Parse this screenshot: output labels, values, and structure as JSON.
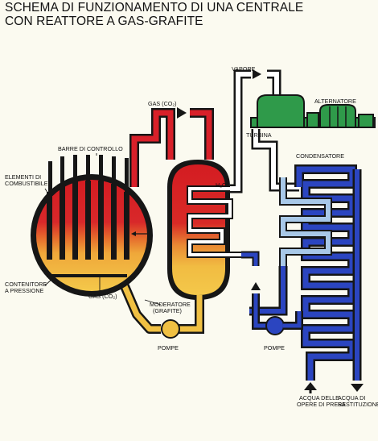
{
  "title": {
    "line1": "SCHEMA DI FUNZIONAMENTO DI UNA CENTRALE",
    "line2": "CON REATTORE A GAS-GRAFITE"
  },
  "labels": {
    "vapore": "VAPORE",
    "alternatore": "ALTERNATORE",
    "gas_co2_top": "GAS (CO₂)",
    "turbina": "TURBINA",
    "barre": "BARRE DI CONTROLLO",
    "condensatore": "CONDENSATORE",
    "elementi_1": "ELEMENTI DI",
    "elementi_2": "COMBUSTIBILE",
    "h2o": "H₂O",
    "contenitore_1": "CONTENITORE",
    "contenitore_2": "A PRESSIONE",
    "gas_co2_bottom": "GAS (CO₂)",
    "moderatore_1": "MODERATORE",
    "moderatore_2": "(GRAFITE)",
    "pompe_left": "POMPE",
    "pompe_right": "POMPE",
    "acqua_presa_1": "ACQUA DELLE",
    "acqua_presa_2": "OPERE DI PRESA",
    "acqua_rest_1": "ACQUA DI",
    "acqua_rest_2": "RESTITUZIONE"
  },
  "colors": {
    "hot_gas": "#d8202a",
    "warm": "#e8a43a",
    "cool_gas": "#f0c043",
    "water": "#2b45c0",
    "light_water": "#a8c8e8",
    "generator": "#2f9a4a",
    "outline": "#161616"
  }
}
